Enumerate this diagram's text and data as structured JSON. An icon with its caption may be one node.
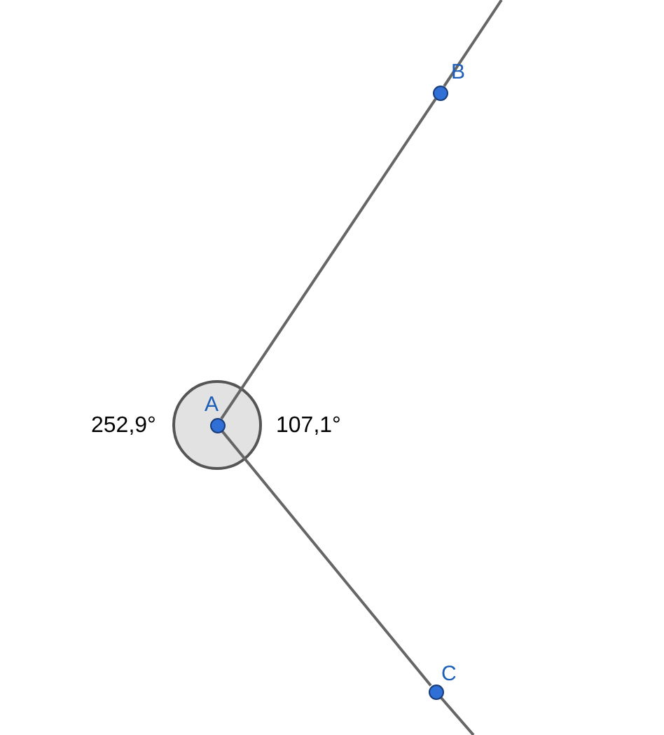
{
  "diagram": {
    "nodes": [
      {
        "text": [
          "A"
        ]
      },
      {
        "text": [
          "B"
        ]
      },
      {
        "text": [
          "C"
        ]
      }
    ],
    "edges": [
      {
        "from": 0,
        "to": 1,
        "arrow": "none"
      },
      {
        "from": 1,
        "to": null,
        "arrow": "none"
      },
      {
        "from": 0,
        "to": 2,
        "arrow": "none"
      },
      {
        "from": 2,
        "to": null,
        "arrow": "none"
      }
    ],
    "labels": [
      "252,9°",
      "107,1°"
    ]
  }
}
